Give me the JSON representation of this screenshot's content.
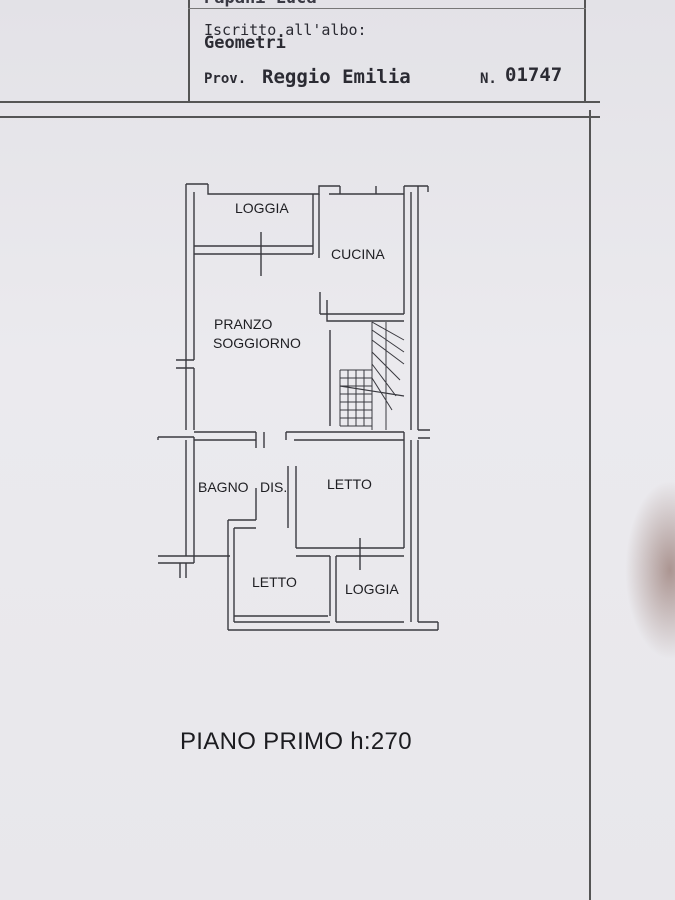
{
  "stamp": {
    "name_partial": "Papani Luca",
    "registered_label": "Iscritto all'albo:",
    "profession": "Geometri",
    "prov_label": "Prov.",
    "province": "Reggio Emilia",
    "number_label": "N.",
    "number": "01747"
  },
  "rooms": {
    "loggia_top": "LOGGIA",
    "cucina": "CUCINA",
    "pranzo": "PRANZO",
    "soggiorno": "SOGGIORNO",
    "bagno": "BAGNO",
    "dis": "DIS.",
    "letto_right": "LETTO",
    "letto_bottom": "LETTO",
    "loggia_bottom": "LOGGIA"
  },
  "footer": {
    "title": "PIANO PRIMO h:270"
  }
}
